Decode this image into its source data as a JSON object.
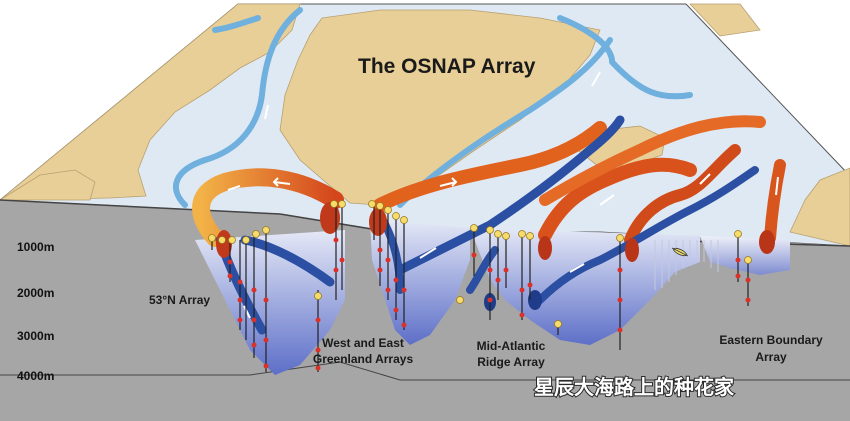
{
  "title": "The OSNAP Array",
  "depths": [
    "1000m",
    "2000m",
    "3000m",
    "4000m"
  ],
  "arrays": {
    "n53": "53°N Array",
    "greenland_line1": "West and East",
    "greenland_line2": "Greenland Arrays",
    "ridge_line1": "Mid-Atlantic",
    "ridge_line2": "Ridge Array",
    "eastern_line1": "Eastern Boundary",
    "eastern_line2": "Array"
  },
  "watermark": "星辰大海路上的种花家",
  "colors": {
    "ocean_surface": "#dfe9f4",
    "land": "#e8cf97",
    "cold_current": "#6fb0de",
    "warm_current": "#e0621d",
    "deep_current": "#2b4fa3",
    "section_face": "#a6a6a6"
  }
}
